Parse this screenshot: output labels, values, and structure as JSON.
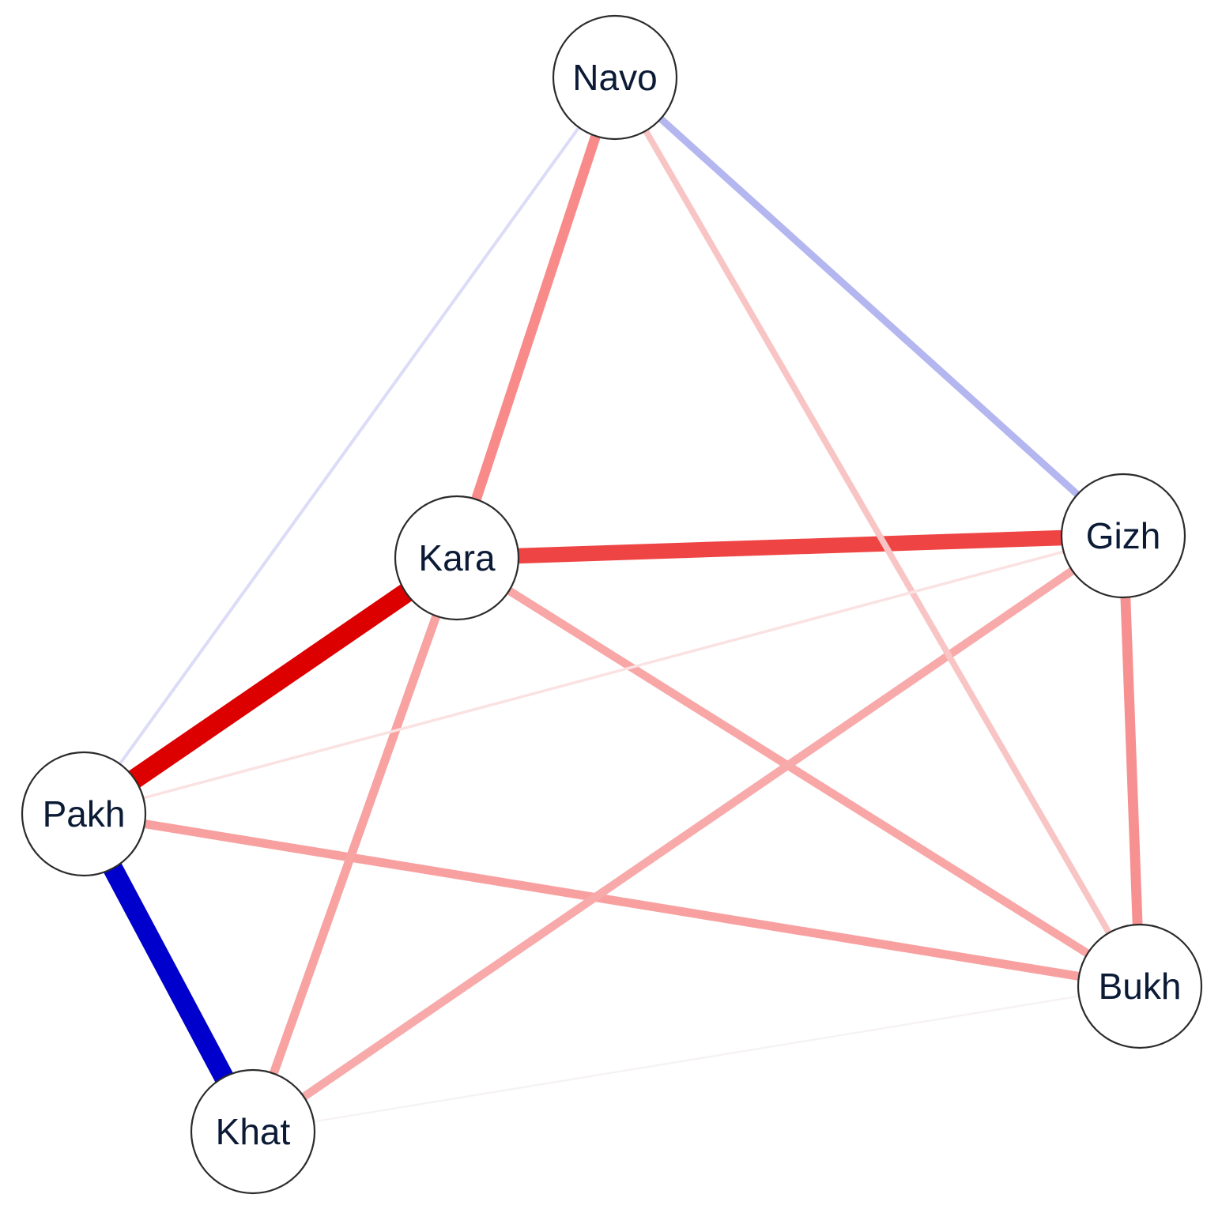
{
  "network": {
    "nodes": [
      {
        "id": "Navo",
        "label": "Navo"
      },
      {
        "id": "Kara",
        "label": "Kara"
      },
      {
        "id": "Gizh",
        "label": "Gizh"
      },
      {
        "id": "Pakh",
        "label": "Pakh"
      },
      {
        "id": "Bukh",
        "label": "Bukh"
      },
      {
        "id": "Khat",
        "label": "Khat"
      }
    ],
    "edges": [
      {
        "source": "Pakh",
        "target": "Kara",
        "weight": 0.95,
        "sign": "positive",
        "color": "#dd0000"
      },
      {
        "source": "Pakh",
        "target": "Khat",
        "weight": -0.95,
        "sign": "negative",
        "color": "#0000cc"
      },
      {
        "source": "Kara",
        "target": "Gizh",
        "weight": 0.72,
        "sign": "positive",
        "color": "#ee4444"
      },
      {
        "source": "Navo",
        "target": "Kara",
        "weight": 0.45,
        "sign": "positive",
        "color": "#f98a8a"
      },
      {
        "source": "Gizh",
        "target": "Bukh",
        "weight": 0.45,
        "sign": "positive",
        "color": "#f79090"
      },
      {
        "source": "Navo",
        "target": "Gizh",
        "weight": -0.3,
        "sign": "negative",
        "color": "#b4b6f0"
      },
      {
        "source": "Pakh",
        "target": "Bukh",
        "weight": 0.38,
        "sign": "positive",
        "color": "#f8a0a0"
      },
      {
        "source": "Kara",
        "target": "Khat",
        "weight": 0.38,
        "sign": "positive",
        "color": "#f8a2a2"
      },
      {
        "source": "Kara",
        "target": "Bukh",
        "weight": 0.36,
        "sign": "positive",
        "color": "#f8a6a6"
      },
      {
        "source": "Gizh",
        "target": "Khat",
        "weight": 0.36,
        "sign": "positive",
        "color": "#f8aaaa"
      },
      {
        "source": "Navo",
        "target": "Bukh",
        "weight": 0.25,
        "sign": "positive",
        "color": "#f8c4c4"
      },
      {
        "source": "Navo",
        "target": "Pakh",
        "weight": -0.1,
        "sign": "negative",
        "color": "#dcdcf8"
      },
      {
        "source": "Pakh",
        "target": "Gizh",
        "weight": 0.08,
        "sign": "positive",
        "color": "#fbe2e2"
      },
      {
        "source": "Khat",
        "target": "Bukh",
        "weight": 0.03,
        "sign": "positive",
        "color": "#f6f2f2"
      }
    ]
  }
}
